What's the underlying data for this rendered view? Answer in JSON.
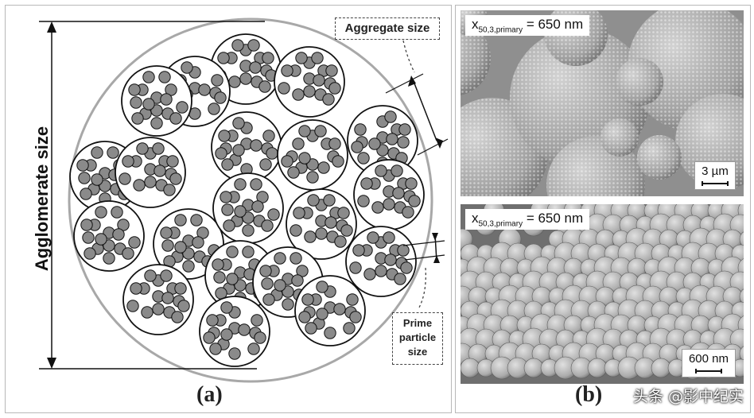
{
  "panel_a": {
    "labels": {
      "aggregate": "Aggregate size",
      "agglomerate": "Agglomerate size",
      "prime_line1": "Prime",
      "prime_line2": "particle",
      "prime_line3": "size"
    },
    "panel_letter": "(a)"
  },
  "panel_b": {
    "top": {
      "label_base": "x",
      "label_sub": "50,3,primary",
      "label_value": "= 650 nm",
      "scale_bar": "3 µm"
    },
    "bottom": {
      "label_base": "x",
      "label_sub": "50,3,primary",
      "label_value": "= 650 nm",
      "scale_bar": "600 nm"
    },
    "panel_letter": "(b)",
    "watermark": "头条 @影中纪实"
  },
  "colors": {
    "particle_fill": "#8a8a8a",
    "outline": "#111111",
    "agglomerate_ring": "#a8a8a8"
  }
}
